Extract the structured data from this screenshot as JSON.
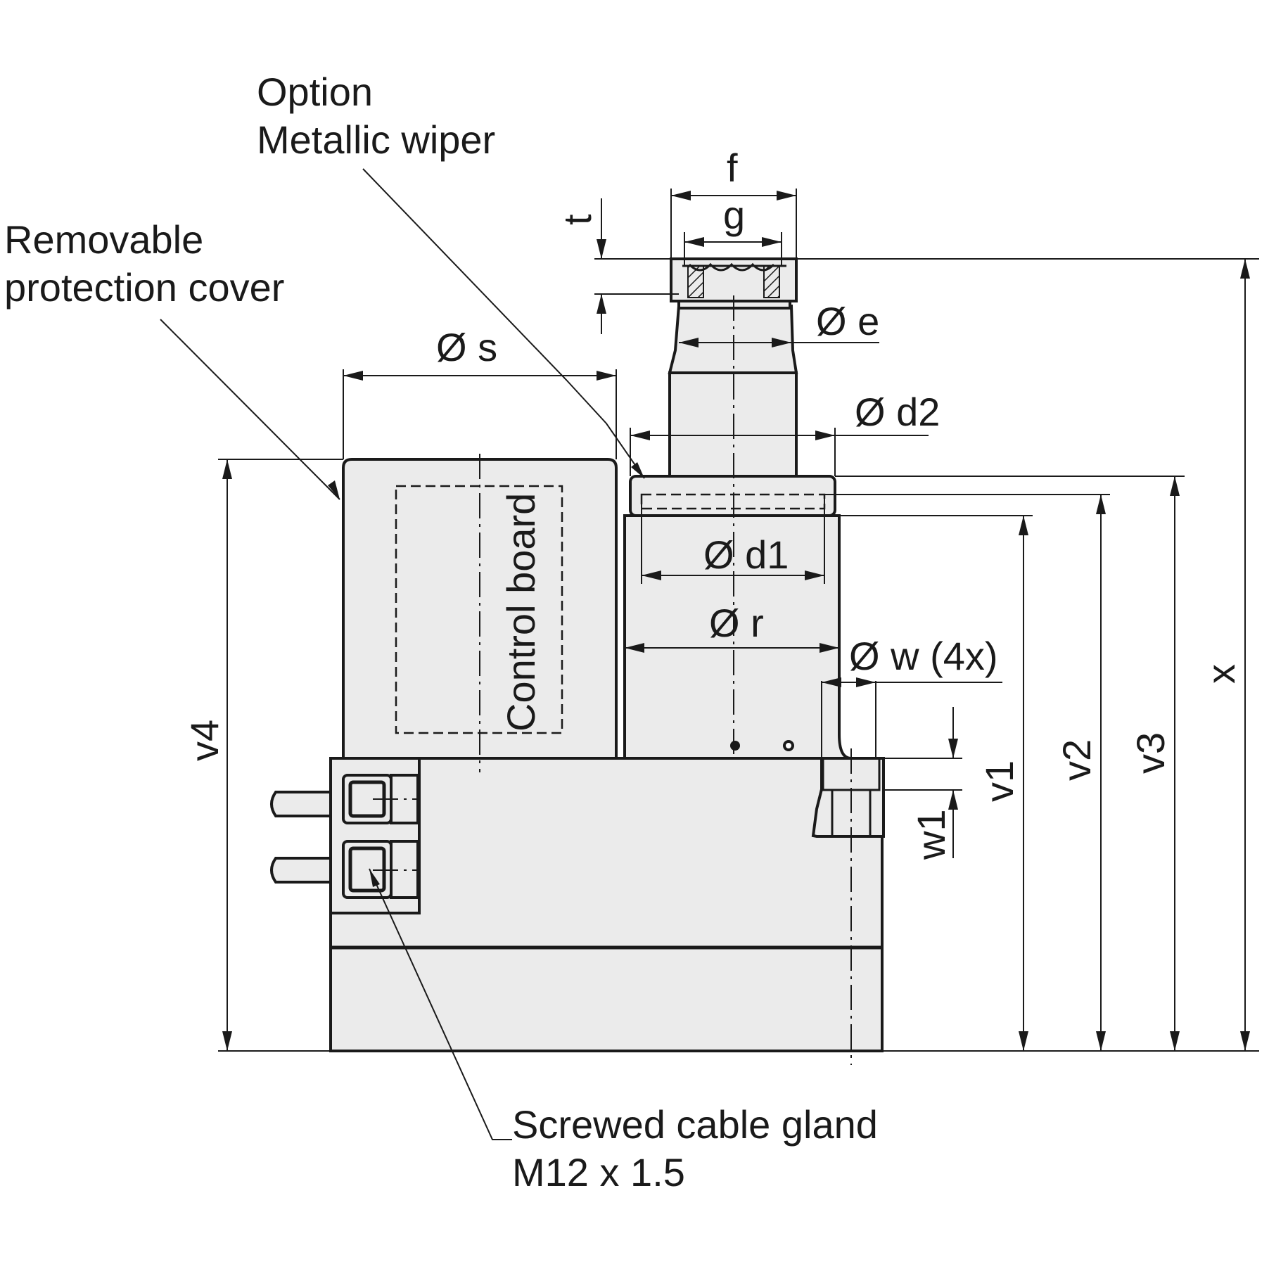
{
  "labels": {
    "option": "Option",
    "metallic_wiper": "Metallic wiper",
    "removable": "Removable",
    "protection_cover": "protection cover",
    "control_board": "Control board",
    "cable_gland_1": "Screwed cable gland",
    "cable_gland_2": "M12 x 1.5"
  },
  "dimensions": {
    "f": "f",
    "g": "g",
    "t": "t",
    "e": "Ø e",
    "s": "Ø s",
    "d2": "Ø d2",
    "d1": "Ø d1",
    "r": "Ø r",
    "w": "Ø w (4x)",
    "w1": "w1",
    "v1": "v1",
    "v2": "v2",
    "v3": "v3",
    "v4": "v4",
    "x": "x"
  },
  "colors": {
    "body_fill": "#ebebeb",
    "line": "#1a1a1a",
    "background": "#ffffff"
  }
}
